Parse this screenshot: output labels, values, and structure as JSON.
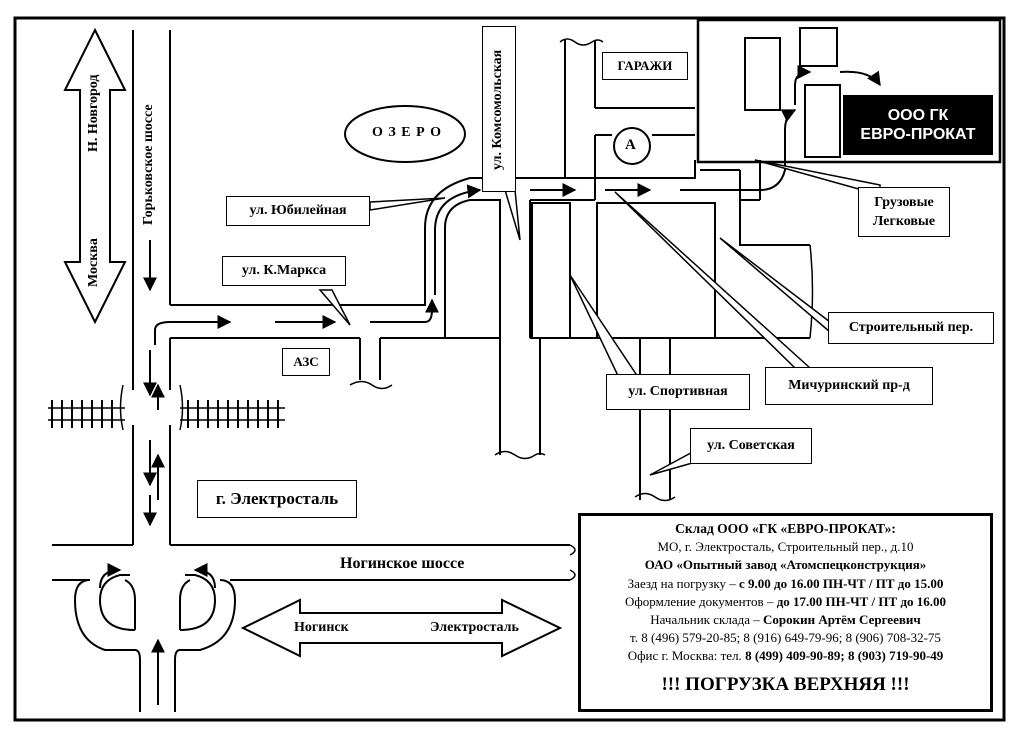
{
  "labels": {
    "lake": "О З Е Р О",
    "garages": "ГАРАЖИ",
    "ul_yubileynaya": "ул. Юбилейная",
    "ul_kmarksa": "ул. К.Маркса",
    "azs": "АЗС",
    "ul_komsomolskaya": "ул. Комсомольская",
    "gorkovskoe": "Горьковское шоссе",
    "n_novgorod": "Н. Новгород",
    "moskva": "Москва",
    "circle_a": "А",
    "gruzovye": "Грузовые",
    "legkovye": "Легковые",
    "stroitelny": "Строительный пер.",
    "michurinsky": "Мичуринский пр-д",
    "sportivnaya": "ул. Спортивная",
    "sovetskaya": "ул. Советская",
    "elektrostal_city": "г. Электросталь",
    "noginskoe": "Ногинское шоссе",
    "noginsk": "Ногинск",
    "elektrostal": "Электросталь"
  },
  "company": {
    "line1": "ООО ГК",
    "line2": "ЕВРО-ПРОКАТ"
  },
  "info": {
    "title": "Склад ООО «ГК «ЕВРО-ПРОКАТ»:",
    "address": "МО, г. Электросталь, Строительный пер., д.10",
    "plant": "ОАО «Опытный завод «Атомспецконструкция»",
    "loading_prefix": "Заезд на погрузку – ",
    "loading_hours": "с 9.00 до 16.00 ПН-ЧТ / ПТ до 15.00",
    "docs_prefix": "Оформление документов – ",
    "docs_hours": "до 17.00 ПН-ЧТ / ПТ до 16.00",
    "head_prefix": "Начальник склада – ",
    "head_name": "Сорокин Артём Сергеевич",
    "phones": "т. 8 (496) 579-20-85; 8 (916) 649-79-96; 8 (906) 708-32-75",
    "office_prefix": "Офис г. Москва: тел. ",
    "office_phones": "8 (499) 409-90-89; 8 (903) 719-90-49",
    "loading_top": "!!! ПОГРУЗКА ВЕРХНЯЯ !!!"
  }
}
